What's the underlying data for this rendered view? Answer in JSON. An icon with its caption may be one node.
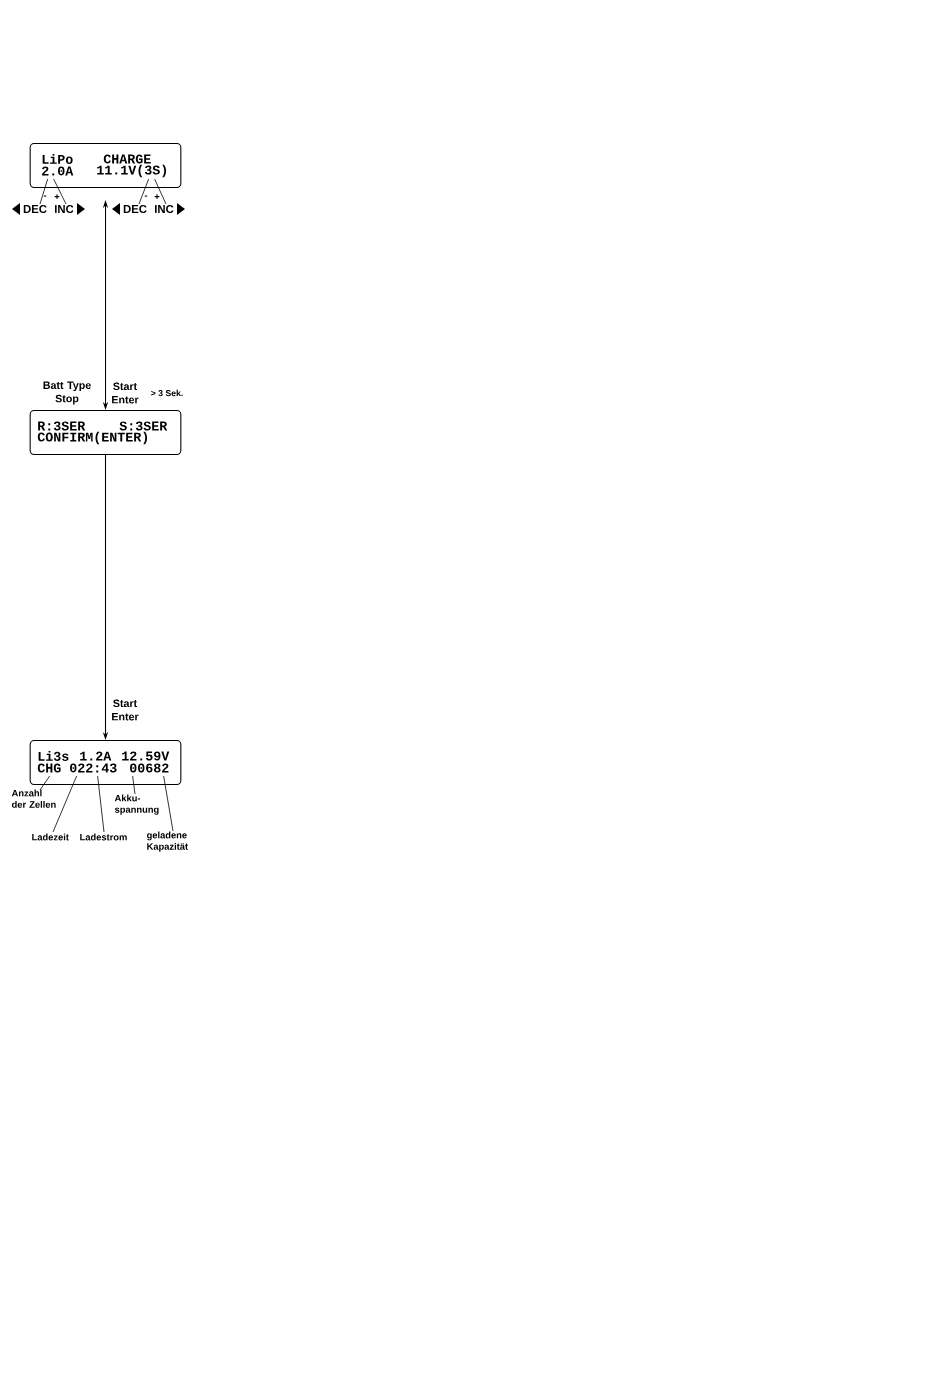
{
  "diagram": {
    "nodes": [
      {
        "text": [
          "LiPo",
          "CHARGE",
          "2.0A",
          "11.1V(3S)"
        ]
      },
      {
        "text": [
          "R:3SER",
          "S:3SER",
          "CONFIRM(ENTER)"
        ]
      },
      {
        "text": [
          "Li3s",
          "1.2A",
          "12.59V",
          "CHG",
          "022:43",
          "00682"
        ]
      },
      {
        "text": [
          "-"
        ]
      },
      {
        "text": [
          "+"
        ]
      },
      {
        "text": [
          "-"
        ]
      },
      {
        "text": [
          "+"
        ]
      },
      {
        "text": [
          "Anzahl der Zellen"
        ]
      },
      {
        "text": [
          "Ladezeit"
        ]
      },
      {
        "text": [
          "Ladestrom"
        ]
      },
      {
        "text": [
          "Akku- spannung"
        ]
      },
      {
        "text": [
          "geladene Kapazität"
        ]
      }
    ],
    "edges": [
      {
        "from": 0,
        "to": 1,
        "arrow": "both"
      },
      {
        "from": 1,
        "to": 2,
        "arrow": "to"
      },
      {
        "from": 3,
        "to": 0,
        "arrow": "none"
      },
      {
        "from": 4,
        "to": 0,
        "arrow": "none"
      },
      {
        "from": 5,
        "to": 0,
        "arrow": "none"
      },
      {
        "from": 6,
        "to": 0,
        "arrow": "none"
      },
      {
        "from": 7,
        "to": 2,
        "arrow": "none"
      },
      {
        "from": 8,
        "to": 2,
        "arrow": "none"
      },
      {
        "from": 9,
        "to": 2,
        "arrow": "none"
      },
      {
        "from": 10,
        "to": 2,
        "arrow": "none"
      },
      {
        "from": 11,
        "to": 2,
        "arrow": "none"
      }
    ],
    "labels": [
      "DEC",
      "INC",
      "DEC",
      "INC",
      "Batt Type Stop",
      "Start Enter",
      "> 3 Sek.",
      "Start Enter"
    ]
  }
}
